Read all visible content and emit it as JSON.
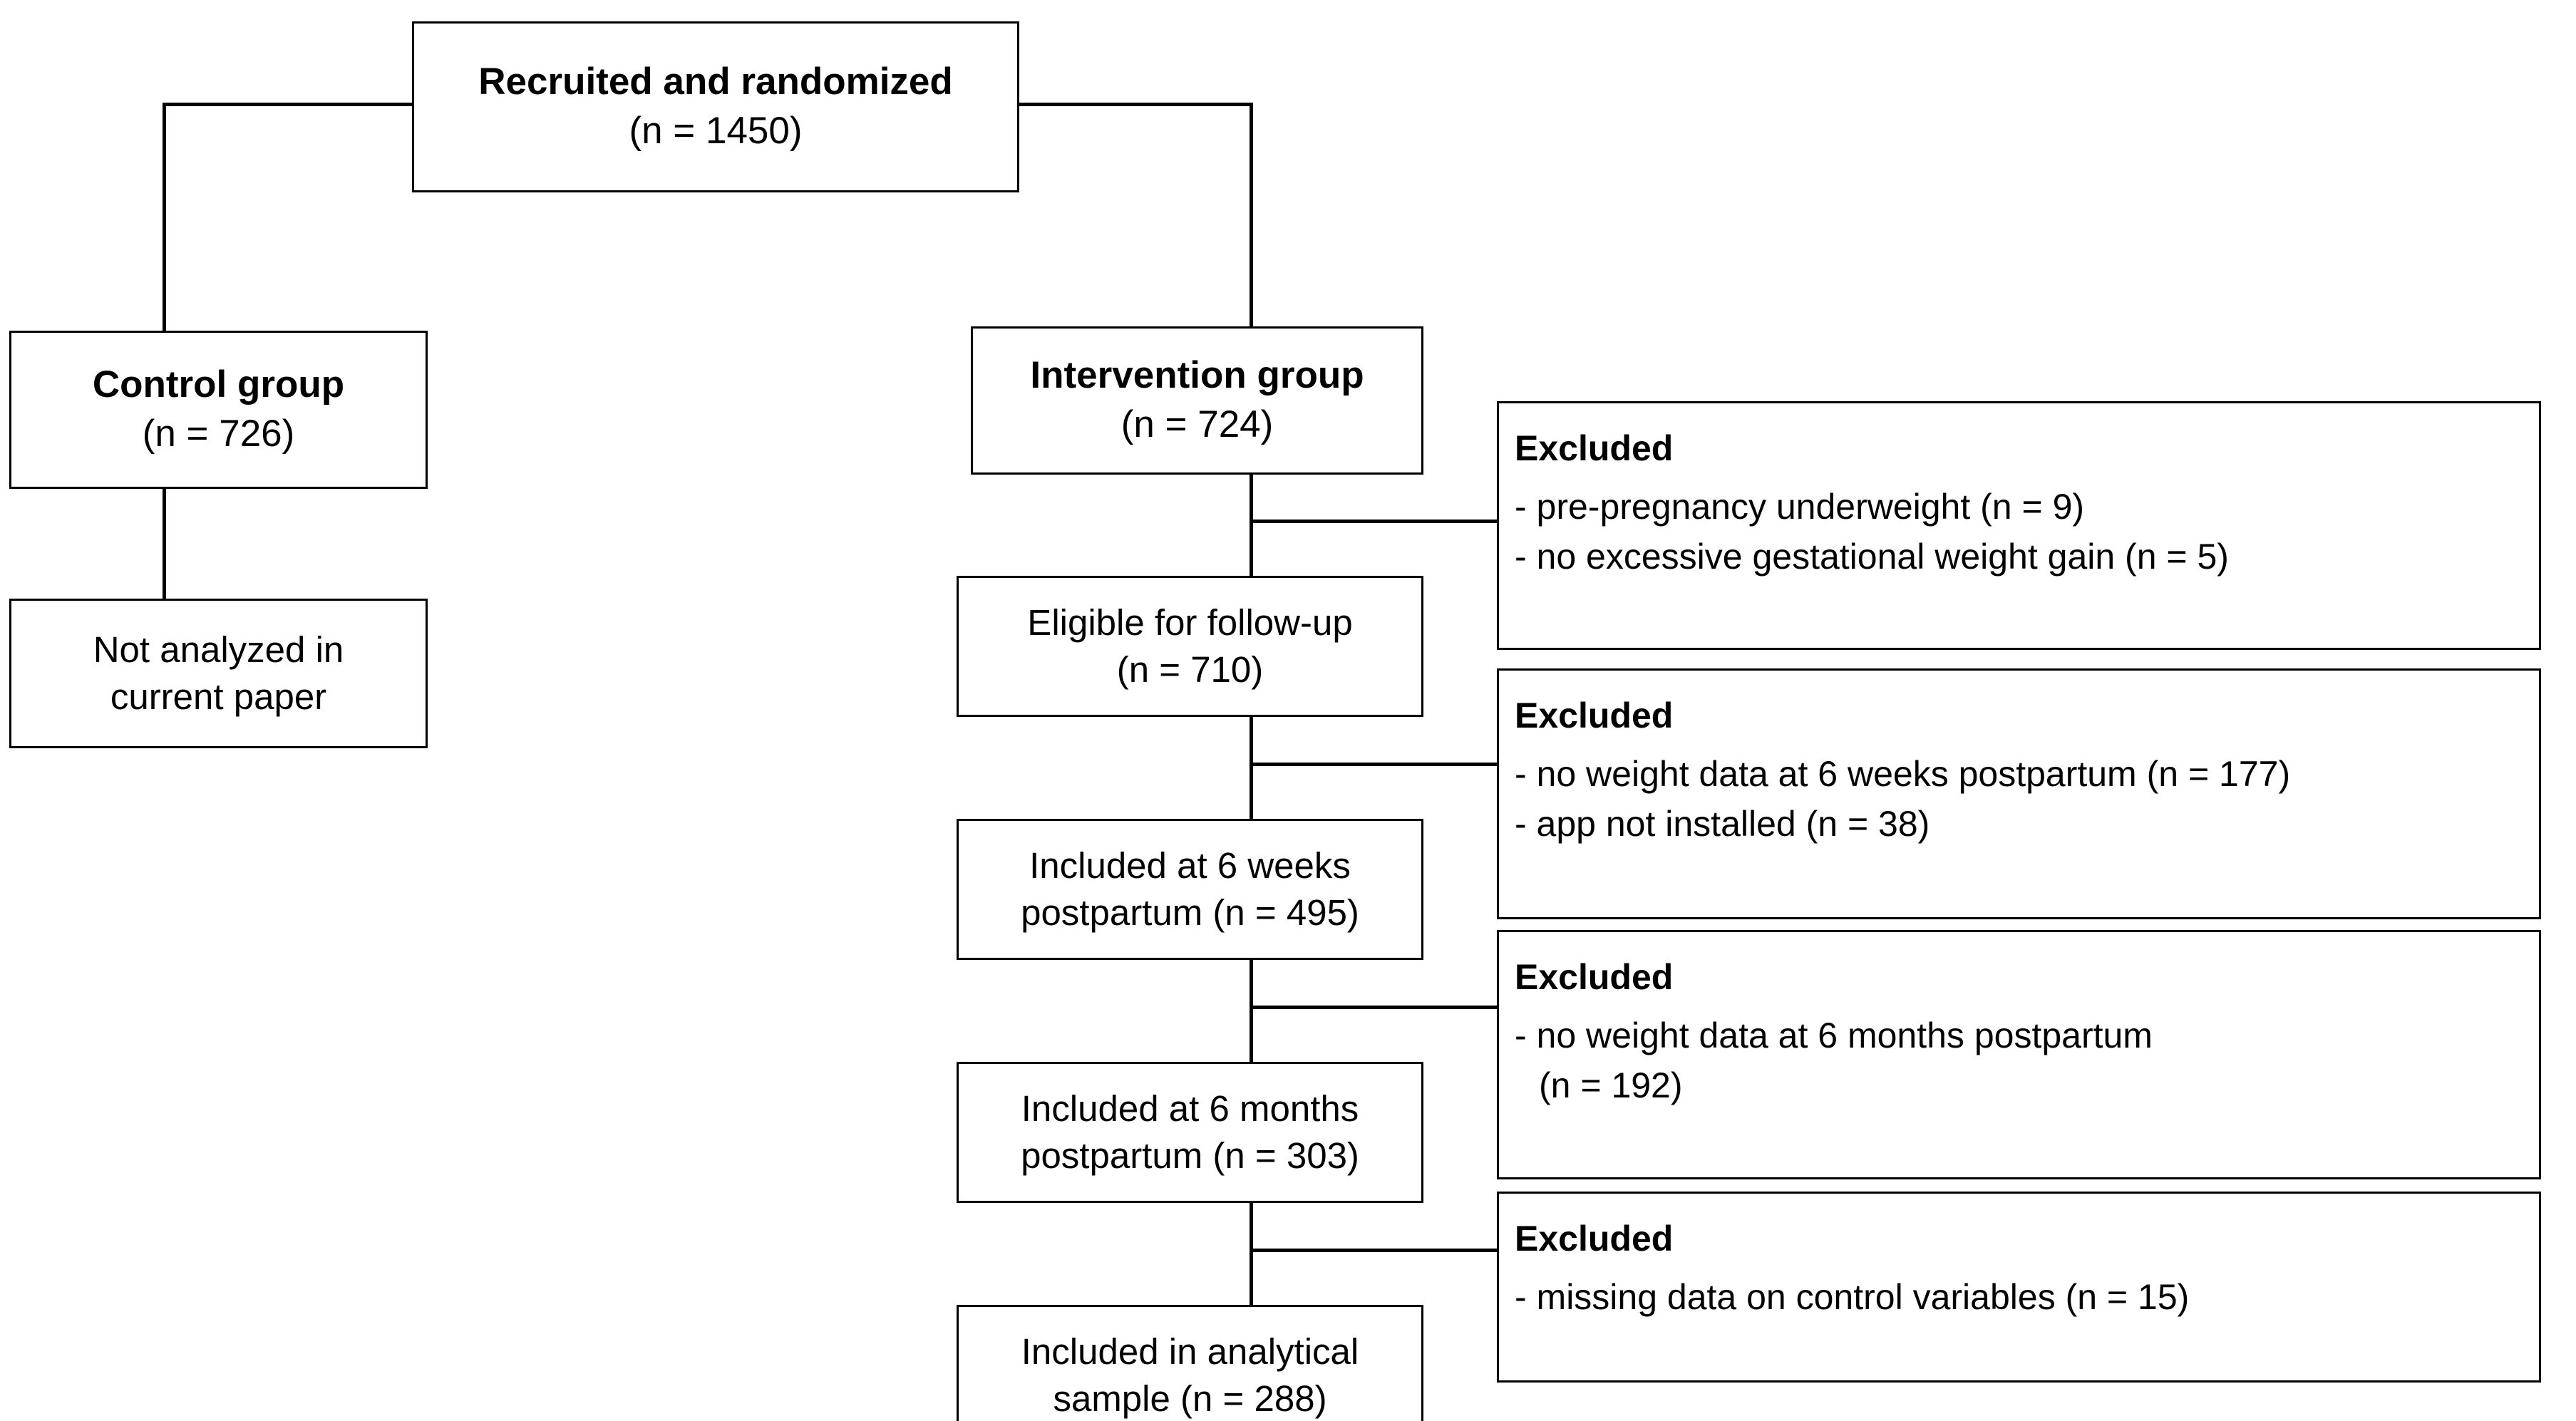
{
  "diagram": {
    "type": "flowchart",
    "kind": "CONSORT participant flow diagram",
    "colors": {
      "background": "#ffffff",
      "box_border": "#000000",
      "connector": "#000000",
      "text": "#000000"
    },
    "nodes": {
      "recruited": {
        "title": "Recruited and randomized",
        "count_line": "(n = 1450)",
        "n": 1450
      },
      "control_group": {
        "title": "Control group",
        "count_line": "(n = 726)",
        "n": 726
      },
      "not_analyzed": {
        "line1": "Not analyzed in",
        "line2": "current paper"
      },
      "intervention_group": {
        "title": "Intervention group",
        "count_line": "(n = 724)",
        "n": 724
      },
      "eligible": {
        "line1": "Eligible for follow-up",
        "line2": "(n = 710)",
        "n": 710
      },
      "included_6_weeks": {
        "line1": "Included at 6 weeks",
        "line2": "postpartum (n = 495)",
        "n": 495
      },
      "included_6_months": {
        "line1": "Included at 6 months",
        "line2": "postpartum (n = 303)",
        "n": 303
      },
      "analytical_sample": {
        "line1": "Included in analytical",
        "line2": "sample (n = 288)",
        "n": 288
      }
    },
    "exclusions": [
      {
        "title": "Excluded",
        "reasons": [
          {
            "text": "- pre-pregnancy underweight (n = 9)",
            "n": 9,
            "indent": false
          },
          {
            "text": "- no excessive gestational weight gain (n = 5)",
            "n": 5,
            "indent": false
          }
        ]
      },
      {
        "title": "Excluded",
        "reasons": [
          {
            "text": "- no weight data at 6 weeks postpartum (n = 177)",
            "n": 177,
            "indent": false
          },
          {
            "text": "- app not installed (n = 38)",
            "n": 38,
            "indent": false
          }
        ]
      },
      {
        "title": "Excluded",
        "reasons": [
          {
            "text": "- no weight data at 6 months postpartum",
            "n": null,
            "indent": false
          },
          {
            "text": "(n = 192)",
            "n": 192,
            "indent": true
          }
        ]
      },
      {
        "title": "Excluded",
        "reasons": [
          {
            "text": "- missing data on control variables (n = 15)",
            "n": 15,
            "indent": false
          }
        ]
      }
    ]
  }
}
